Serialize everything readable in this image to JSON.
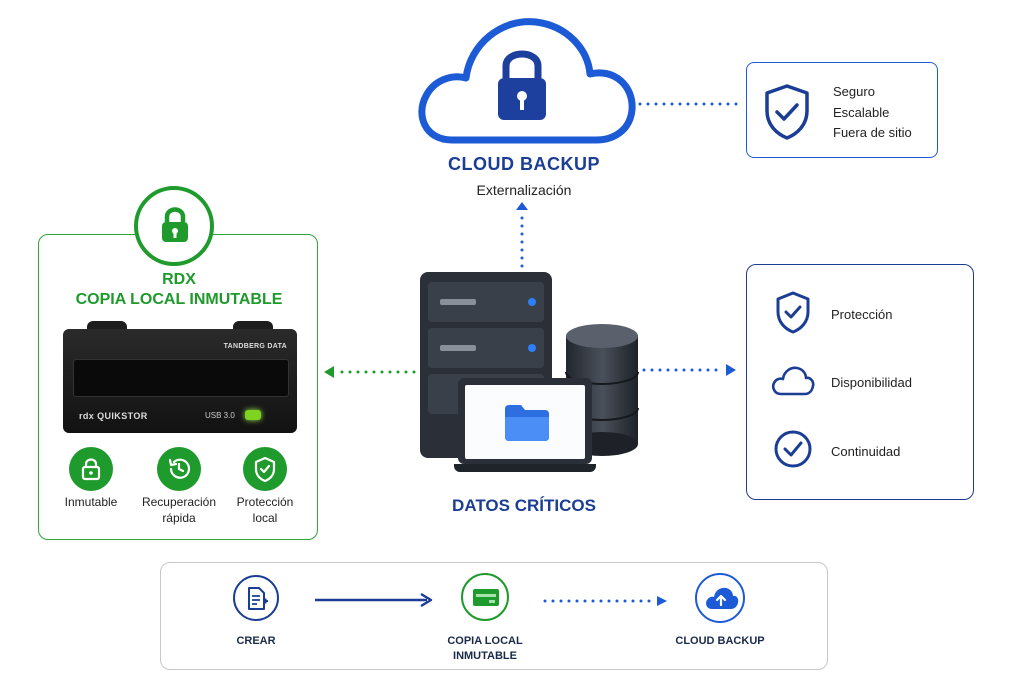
{
  "colors": {
    "blue": "#1d5bd6",
    "navy": "#1b3e94",
    "green": "#1f9a2c",
    "gray_border": "#c8c8c8"
  },
  "cloud": {
    "icon": "lock-cloud-icon",
    "title": "CLOUD BACKUP",
    "subtitle": "Externalización"
  },
  "cloud_features": {
    "icon": "shield-check-icon",
    "items": [
      "Seguro",
      "Escalable",
      "Fuera de sitio"
    ]
  },
  "rdx": {
    "icon": "lock-icon",
    "title_line1": "RDX",
    "title_line2": "COPIA LOCAL INMUTABLE",
    "device": {
      "brand": "TANDBERG DATA",
      "model": "rdx QUIKSTOR",
      "port": "USB 3.0"
    },
    "features": [
      {
        "icon": "lock-icon",
        "label_line1": "Inmutable",
        "label_line2": ""
      },
      {
        "icon": "clock-restore-icon",
        "label_line1": "Recuperación",
        "label_line2": "rápida"
      },
      {
        "icon": "shield-check-icon",
        "label_line1": "Protección",
        "label_line2": "local"
      }
    ]
  },
  "center": {
    "title": "DATOS CRÍTICOS"
  },
  "benefits": {
    "items": [
      {
        "icon": "shield-check-icon",
        "label": "Protección"
      },
      {
        "icon": "cloud-icon",
        "label": "Disponibilidad"
      },
      {
        "icon": "check-circle-icon",
        "label": "Continuidad"
      }
    ]
  },
  "flow": {
    "steps": [
      {
        "icon": "document-edit-icon",
        "label_line1": "CREAR",
        "label_line2": ""
      },
      {
        "icon": "rdx-cartridge-icon",
        "label_line1": "COPIA LOCAL",
        "label_line2": "INMUTABLE"
      },
      {
        "icon": "cloud-upload-icon",
        "label_line1": "CLOUD BACKUP",
        "label_line2": ""
      }
    ]
  }
}
